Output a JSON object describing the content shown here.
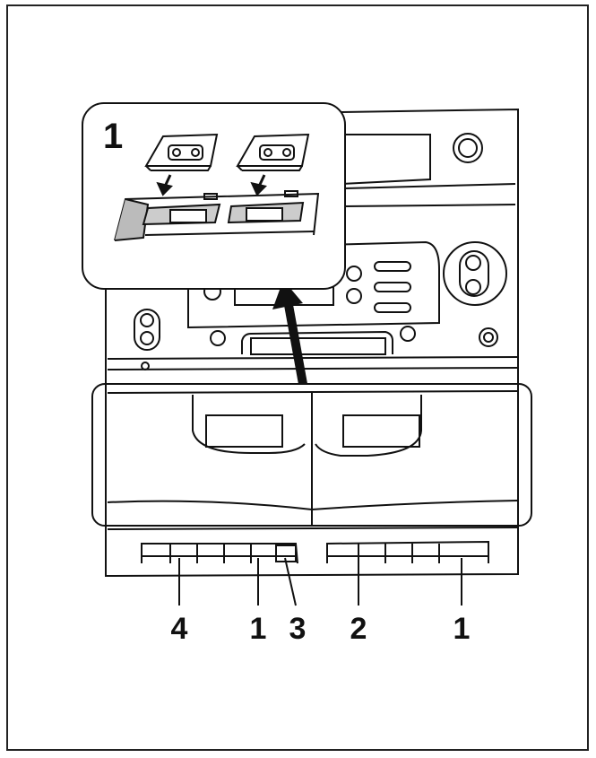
{
  "inset": {
    "step_label": "1"
  },
  "callouts": {
    "c1": "4",
    "c2": "1",
    "c3": "3",
    "c4": "2",
    "c5": "1"
  }
}
